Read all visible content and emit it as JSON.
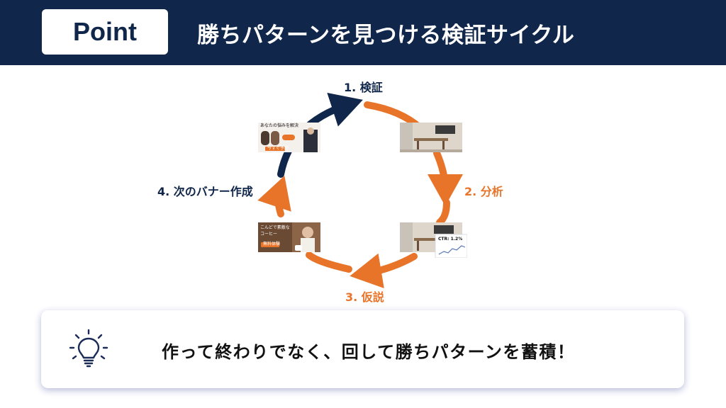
{
  "header": {
    "badge": "Point",
    "title": "勝ちパターンを見つける検証サイクル"
  },
  "cycle": {
    "steps": [
      {
        "label": "1. 検証"
      },
      {
        "label": "2. 分析"
      },
      {
        "label": "3. 仮説"
      },
      {
        "label": "4. 次のバナー作成"
      }
    ]
  },
  "thumbnails": {
    "banner_a": {
      "heading": "あなたの悩みを解決",
      "button": "今すぐ予約"
    },
    "banner_b": {
      "heading_1": "こんどで素敵な",
      "heading_2": "コーヒー",
      "button": "無料体験"
    },
    "analytics": {
      "ctr": "CTR: 1.2%"
    }
  },
  "callout": {
    "icon": "lightbulb-icon",
    "text": "作って終わりでなく、回して勝ちパターンを蓄積！"
  },
  "colors": {
    "navy": "#10264a",
    "orange": "#e8742a"
  }
}
